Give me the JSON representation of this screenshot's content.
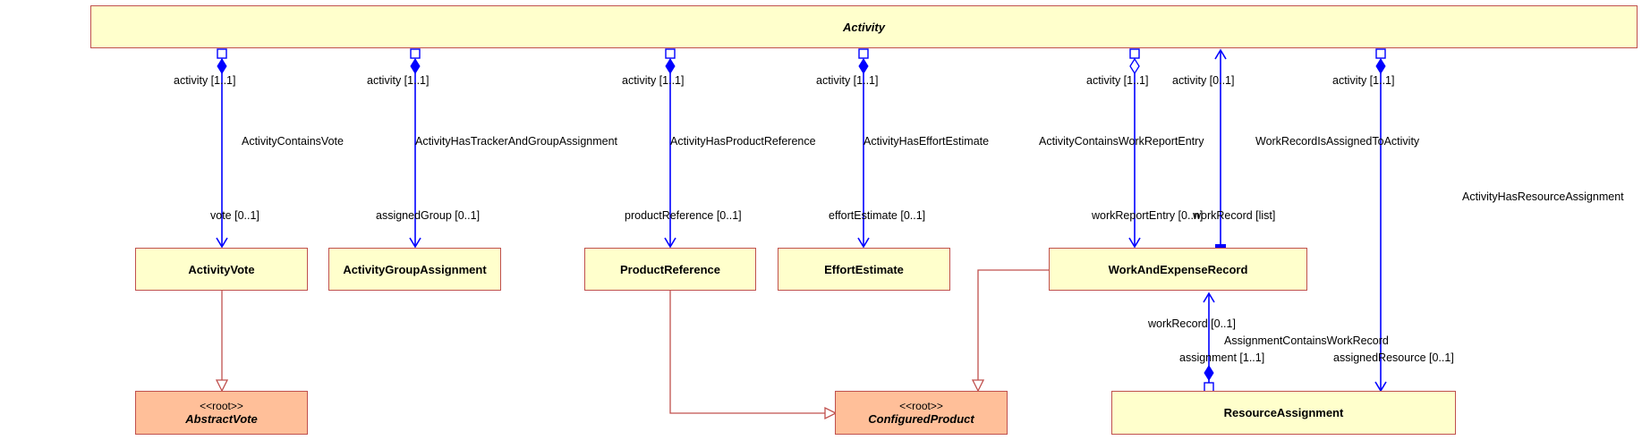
{
  "classes": {
    "activity": {
      "name": "Activity"
    },
    "activity_vote": {
      "name": "ActivityVote"
    },
    "activity_group_assignment": {
      "name": "ActivityGroupAssignment"
    },
    "product_reference": {
      "name": "ProductReference"
    },
    "effort_estimate": {
      "name": "EffortEstimate"
    },
    "work_and_expense_record": {
      "name": "WorkAndExpenseRecord"
    },
    "abstract_vote": {
      "stereotype": "<<root>>",
      "name": "AbstractVote"
    },
    "configured_product": {
      "stereotype": "<<root>>",
      "name": "ConfiguredProduct"
    },
    "resource_assignment": {
      "name": "ResourceAssignment"
    }
  },
  "associations": {
    "contains_vote": {
      "name": "ActivityContainsVote",
      "source_role": "activity [1..1]",
      "target_role": "vote [0..1]"
    },
    "tracker_group": {
      "name": "ActivityHasTrackerAndGroupAssignment",
      "source_role": "activity [1..1]",
      "target_role": "assignedGroup [0..1]"
    },
    "product_reference": {
      "name": "ActivityHasProductReference",
      "source_role": "activity [1..1]",
      "target_role": "productReference [0..1]"
    },
    "effort_estimate": {
      "name": "ActivityHasEffortEstimate",
      "source_role": "activity [1..1]",
      "target_role": "effortEstimate [0..1]"
    },
    "work_report_entry": {
      "name": "ActivityContainsWorkReportEntry",
      "source_role": "activity [1..1]",
      "target_role": "workReportEntry [0..n]"
    },
    "record_assigned": {
      "name": "WorkRecordIsAssignedToActivity",
      "source_role": "activity [0..1]",
      "target_role": "workRecord [list]"
    },
    "resource_assignment": {
      "name": "ActivityHasResourceAssignment",
      "source_role": "activity [1..1]",
      "target_role": "assignedResource [0..1]"
    },
    "assignment_contains": {
      "name": "AssignmentContainsWorkRecord",
      "source_role": "assignment [1..1]",
      "target_role": "workRecord [0..1]"
    }
  },
  "colors": {
    "class_fill": "#ffffcc",
    "root_fill": "#ffbf99",
    "class_border": "#c0504d",
    "association": "#0000ff",
    "generalization": "#c0504d"
  }
}
